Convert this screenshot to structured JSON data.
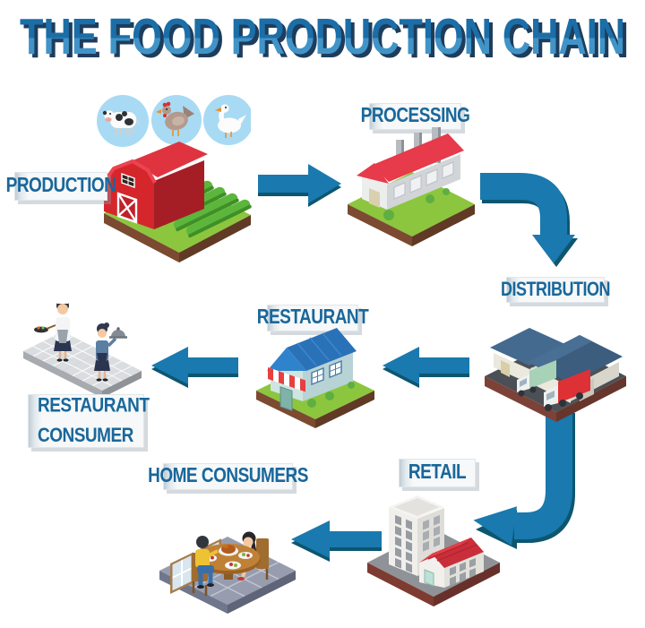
{
  "title": "THE FOOD PRODUCTION CHAIN",
  "stages": {
    "production": {
      "label": "PRODUCTION",
      "illustration": "barn-farm"
    },
    "processing": {
      "label": "PROCESSING",
      "illustration": "factory"
    },
    "distribution": {
      "label": "DISTRIBUTION",
      "illustration": "warehouse-trucks"
    },
    "restaurant": {
      "label": "RESTAURANT",
      "illustration": "restaurant-building"
    },
    "restaurant_consumer": {
      "label": "RESTAURANT CONSUMER",
      "illustration": "chef-and-waitress"
    },
    "retail": {
      "label": "RETAIL",
      "illustration": "retail-buildings"
    },
    "home_consumers": {
      "label": "HOME CONSUMERS",
      "illustration": "family-dinner"
    }
  },
  "animal_icons": [
    "cow-icon",
    "hen-icon",
    "duck-icon"
  ],
  "arrows": [
    {
      "from": "production",
      "to": "processing",
      "shape": "straight-right"
    },
    {
      "from": "processing",
      "to": "distribution",
      "shape": "curve-right-down"
    },
    {
      "from": "distribution",
      "to": "restaurant",
      "shape": "straight-left"
    },
    {
      "from": "restaurant",
      "to": "restaurant_consumer",
      "shape": "straight-left"
    },
    {
      "from": "distribution",
      "to": "retail",
      "shape": "curve-down-left"
    },
    {
      "from": "retail",
      "to": "home_consumers",
      "shape": "straight-left"
    }
  ],
  "colors": {
    "arrow": "#1a79ae",
    "arrow_shadow": "#0d5670",
    "label_text": "#19679b",
    "label_background": "#f6f8f9",
    "title_dark_blue": "#1b6ea7",
    "title_light_blue": "#4094c8",
    "title_shadow": "#1e3d5c",
    "barn_red": "#d5262c",
    "factory_roof_red": "#e73a4a",
    "field_green": "#8cc63e",
    "crop_green": "#5cb63c",
    "warehouse_roof_slate": "#456a90",
    "restaurant_roof_blue": "#2e7cc5",
    "retail_roof_red": "#e13d47",
    "icon_circle_blue": "#a8daf3"
  }
}
